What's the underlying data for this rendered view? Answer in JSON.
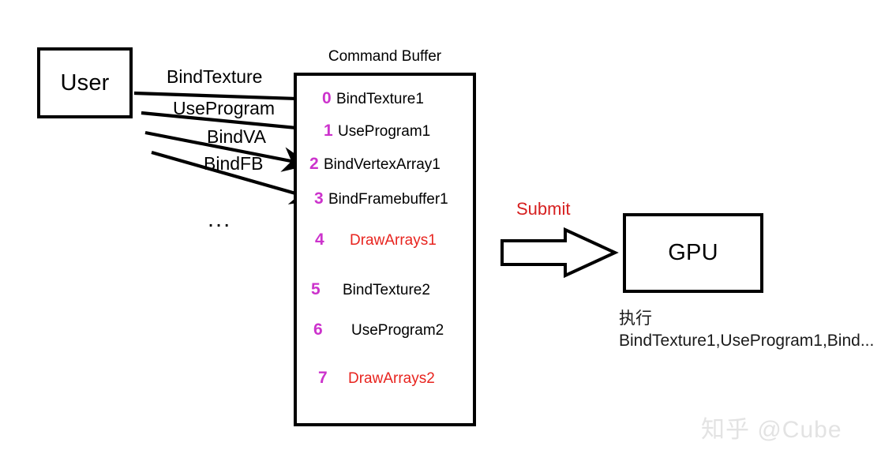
{
  "diagram": {
    "user_box": {
      "label": "User"
    },
    "gpu_box": {
      "label": "GPU"
    },
    "command_buffer": {
      "title": "Command Buffer",
      "entries": [
        {
          "index": "0",
          "name": "BindTexture1",
          "kind": "state"
        },
        {
          "index": "1",
          "name": "UseProgram1",
          "kind": "state"
        },
        {
          "index": "2",
          "name": "BindVertexArray1",
          "kind": "state"
        },
        {
          "index": "3",
          "name": "BindFramebuffer1",
          "kind": "state"
        },
        {
          "index": "4",
          "name": "DrawArrays1",
          "kind": "draw"
        },
        {
          "index": "5",
          "name": "BindTexture2",
          "kind": "state"
        },
        {
          "index": "6",
          "name": "UseProgram2",
          "kind": "state"
        },
        {
          "index": "7",
          "name": "DrawArrays2",
          "kind": "draw"
        }
      ]
    },
    "call_arrows": [
      {
        "label": "BindTexture"
      },
      {
        "label": "UseProgram"
      },
      {
        "label": "BindVA"
      },
      {
        "label": "BindFB"
      }
    ],
    "ellipsis": "...",
    "submit_label": "Submit",
    "execution": {
      "heading": "执行",
      "commands": "BindTexture1,UseProgram1,Bind..."
    },
    "watermark": "知乎 @Cube",
    "colors": {
      "index": "#cc33cc",
      "draw_command": "#e8241f",
      "submit": "#d62020",
      "outline": "#000000",
      "watermark": "#e3e3e3"
    }
  }
}
